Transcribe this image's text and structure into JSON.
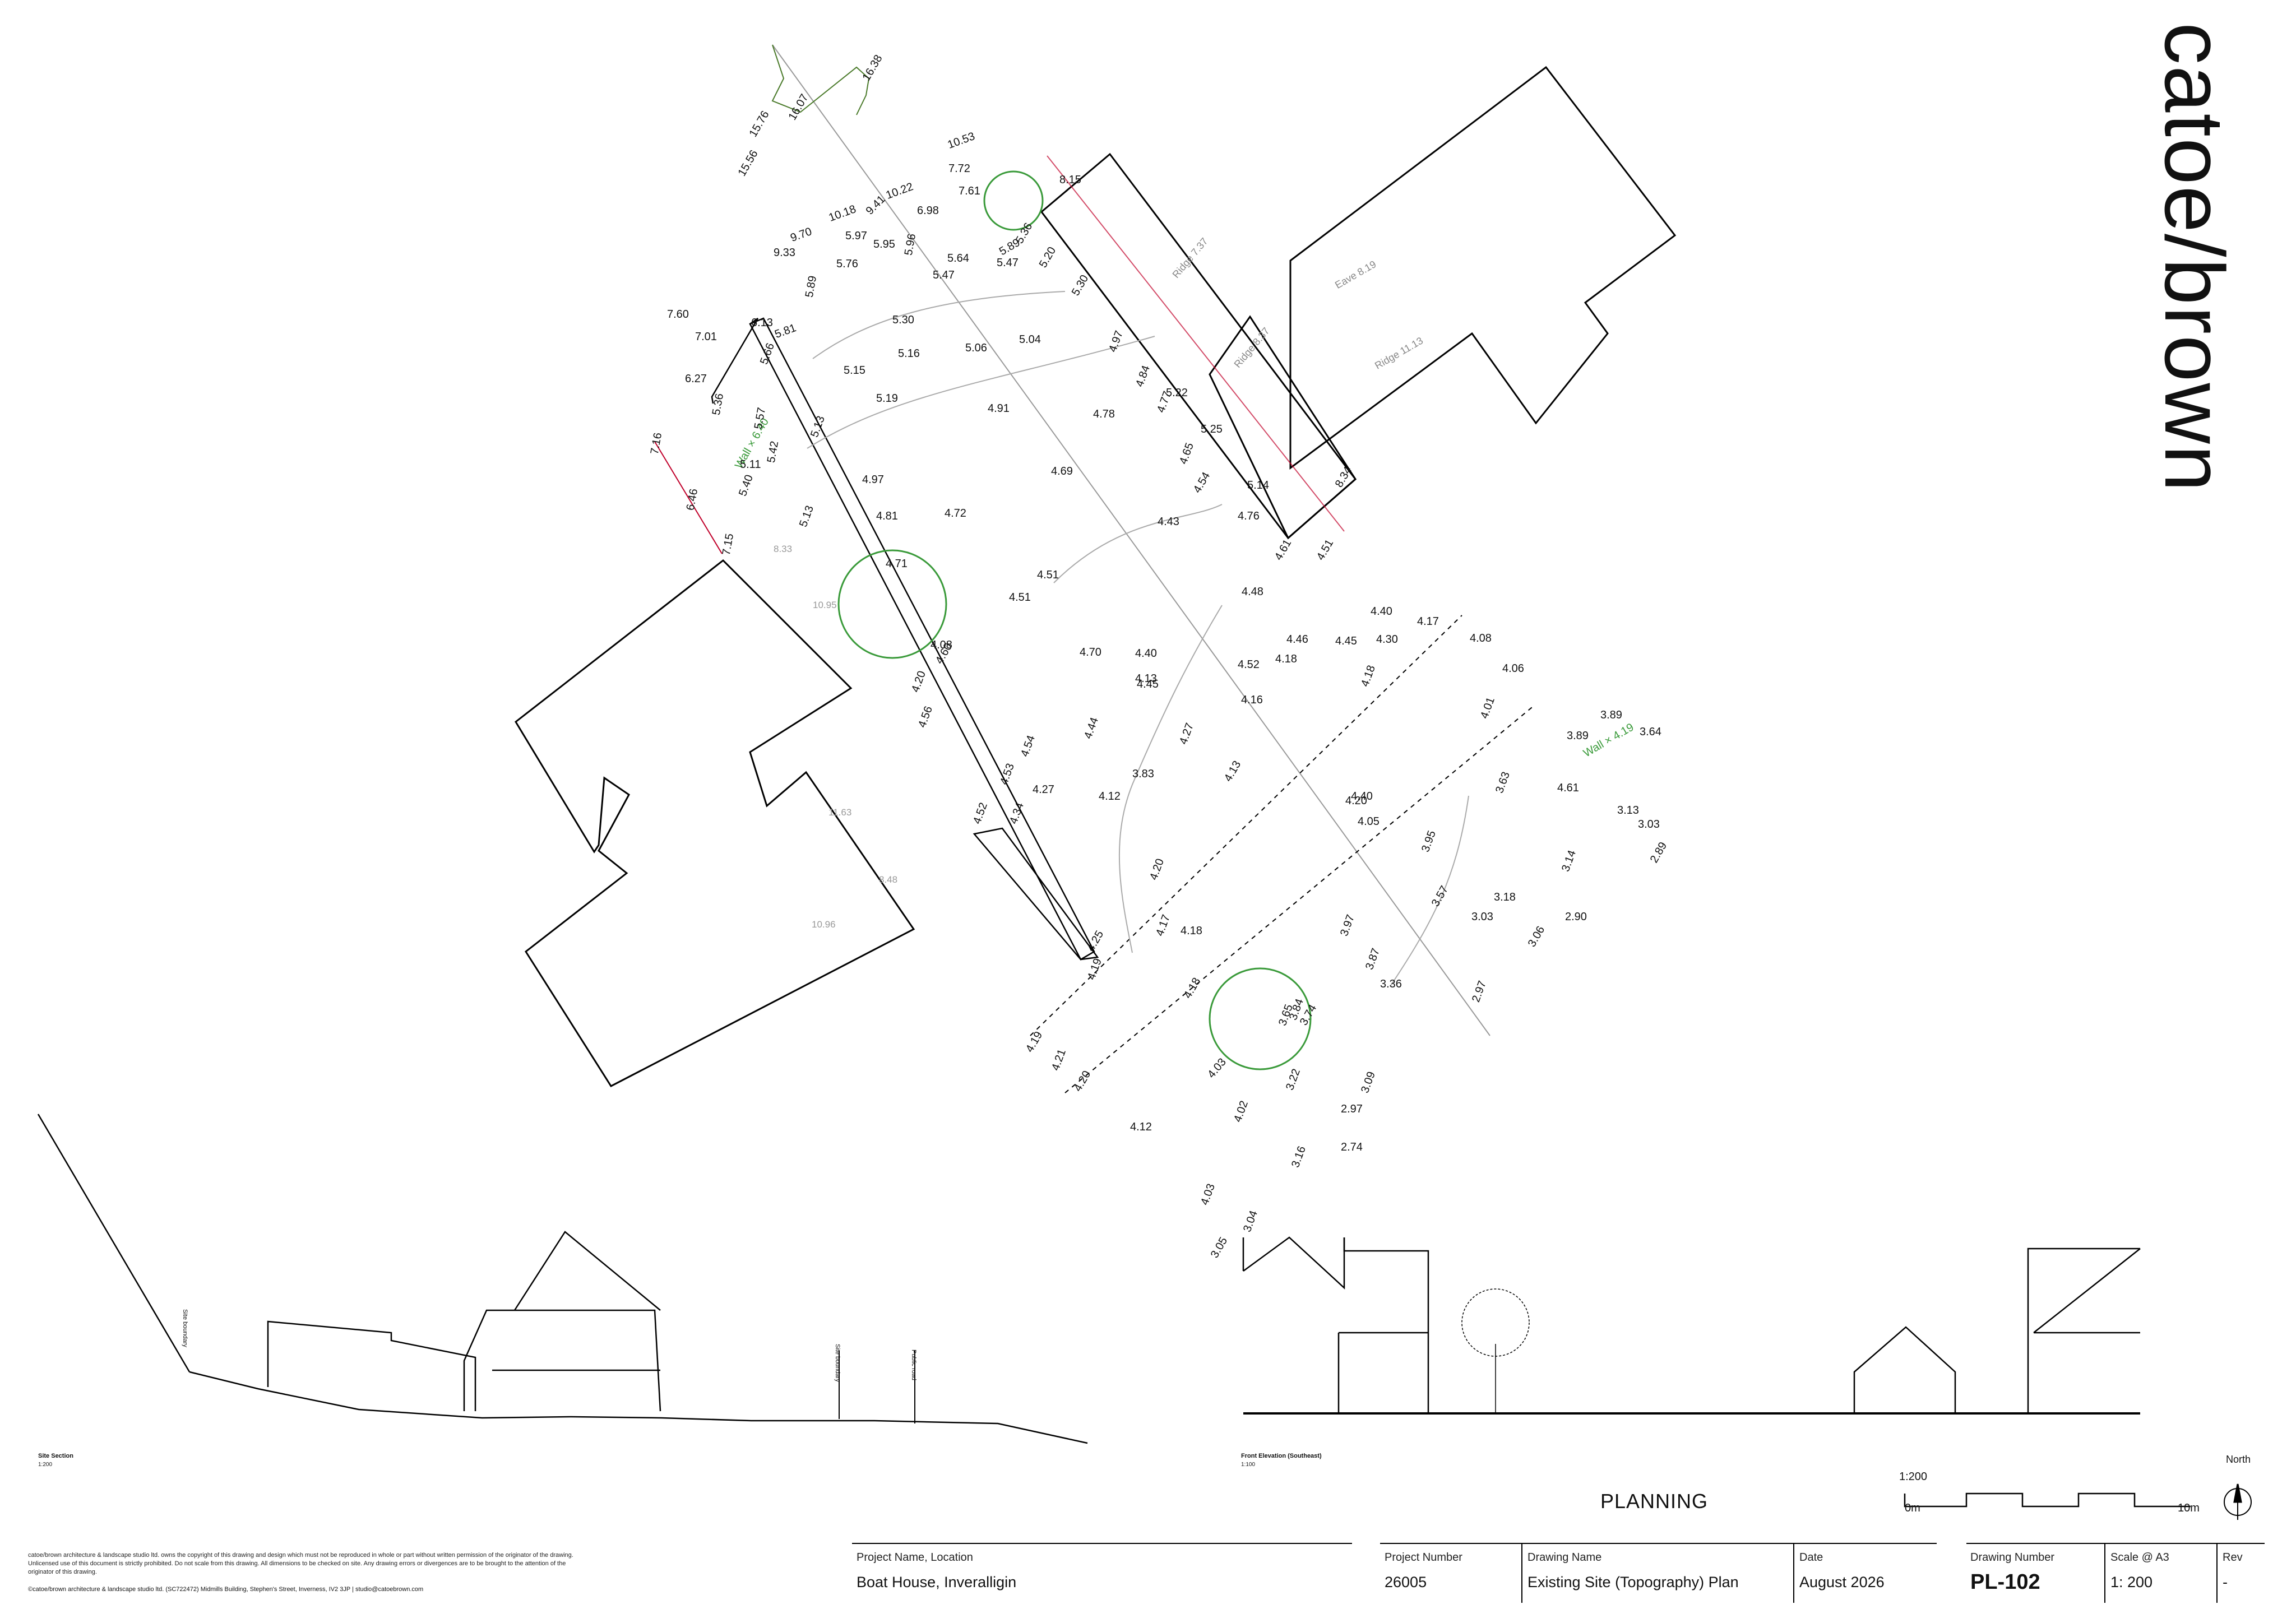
{
  "brand": "catoe/brown",
  "stamp": "PLANNING",
  "title_block": {
    "project_name_label": "Project Name, Location",
    "project_name_value": "Boat House, Inveralligin",
    "project_number_label": "Project Number",
    "project_number_value": "26005",
    "drawing_name_label": "Drawing Name",
    "drawing_name_value": "Existing Site (Topography) Plan",
    "date_label": "Date",
    "date_value": "August 2026",
    "drawing_number_label": "Drawing Number",
    "drawing_number_value": "PL-102",
    "scale_label": "Scale @ A3",
    "scale_value": "1: 200",
    "rev_label": "Rev",
    "rev_value": "-"
  },
  "copyright": {
    "notice": "catoe/brown architecture & landscape studio ltd. owns the copyright of this drawing and design which must not be reproduced in whole or part without written permission of the originator of the drawing. Unlicensed use of this document is strictly prohibited. Do not scale from this drawing. All dimensions to be checked on site. Any drawing errors or divergences are to be brought to the attention of the originator of this drawing.",
    "company": "©catoe/brown architecture & landscape studio ltd. (SC722472) Midmills Building, Stephen's Street, Inverness, IV2 3JP  |  studio@catoebrown.com"
  },
  "scale_bar": {
    "ratio": "1:200",
    "start": "0m",
    "end": "10m"
  },
  "north": "North",
  "section": {
    "title": "Site Section",
    "scale": "1:200",
    "labels": [
      "Site boundary",
      "Site boundary",
      "Public road"
    ]
  },
  "elevation": {
    "title": "Front Elevation (Southeast)",
    "scale": "1:100"
  },
  "plan_annotations": [
    "Ridge 7.37",
    "Ridge 8.37",
    "Eave 8.19",
    "Ridge 11.13",
    "Wall × 6.40",
    "Wall × 4.19",
    "11.63",
    "10.96",
    "8.48",
    "10.95",
    "8.33"
  ],
  "spot_levels": [
    "16.38",
    "16.07",
    "15.76",
    "15.56",
    "10.53",
    "7.72",
    "10.22",
    "10.18",
    "9.70",
    "9.33",
    "9.41",
    "7.61",
    "6.98",
    "5.97",
    "5.95",
    "5.96",
    "5.76",
    "5.64",
    "5.47",
    "5.47",
    "5.89",
    "5.89",
    "5.36",
    "5.20",
    "5.30",
    "8.15",
    "7.60",
    "7.01",
    "6.13",
    "5.81",
    "5.30",
    "5.16",
    "5.15",
    "5.06",
    "5.04",
    "6.27",
    "5.66",
    "5.13",
    "5.19",
    "5.36",
    "5.57",
    "5.42",
    "5.11",
    "5.40",
    "4.97",
    "4.91",
    "4.97",
    "4.84",
    "4.77",
    "5.22",
    "4.78",
    "5.25",
    "4.65",
    "4.69",
    "5.13",
    "4.81",
    "4.72",
    "5.14",
    "4.54",
    "4.76",
    "4.43",
    "4.61",
    "4.51",
    "4.71",
    "4.51",
    "4.51",
    "4.48",
    "4.46",
    "4.40",
    "4.17",
    "4.08",
    "4.60",
    "4.70",
    "4.40",
    "4.45",
    "4.30",
    "4.20",
    "4.52",
    "4.18",
    "4.13",
    "4.18",
    "4.08",
    "4.06",
    "4.45",
    "4.16",
    "4.56",
    "4.44",
    "4.27",
    "4.01",
    "3.89",
    "3.89",
    "3.64",
    "4.54",
    "4.13",
    "4.40",
    "4.53",
    "4.27",
    "3.83",
    "3.63",
    "4.61",
    "4.52",
    "4.34",
    "4.12",
    "4.20",
    "4.05",
    "3.13",
    "3.03",
    "3.95",
    "3.14",
    "2.89",
    "4.20",
    "3.57",
    "3.18",
    "4.25",
    "4.17",
    "4.18",
    "3.97",
    "3.03",
    "2.90",
    "4.19",
    "3.06",
    "3.87",
    "4.18",
    "3.36",
    "2.97",
    "3.84",
    "3.65",
    "3.74",
    "4.19",
    "4.03",
    "4.21",
    "3.22",
    "3.09",
    "4.20",
    "4.02",
    "2.97",
    "4.12",
    "3.16",
    "2.74",
    "4.03",
    "3.04",
    "3.05",
    "7.16",
    "6.46",
    "7.15",
    "8.34"
  ]
}
